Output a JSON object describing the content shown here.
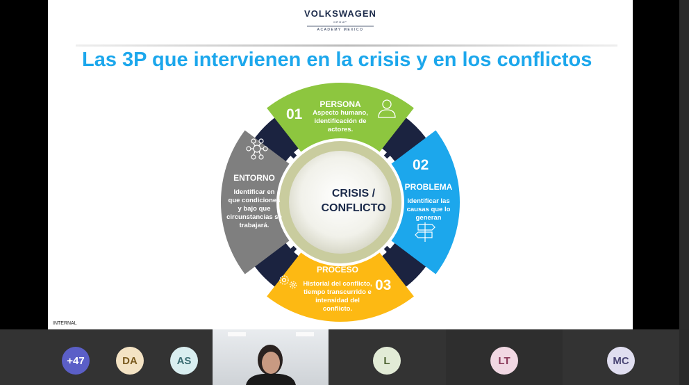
{
  "slide": {
    "brand_name": "VOLKSWAGEN",
    "brand_group": "GROUP",
    "brand_academy": "ACADEMY MEXICO",
    "title": "Las 3P que intervienen en la crisis y en los conflictos",
    "footer_label": "INTERNAL"
  },
  "diagram": {
    "center": {
      "line1": "CRISIS /",
      "line2": "CONFLICTO"
    },
    "segments": [
      {
        "number": "01",
        "heading": "PERSONA",
        "body": [
          "Aspecto humano,",
          "identificación de",
          "actores."
        ],
        "color": "#8dc63f",
        "icon": "person-icon"
      },
      {
        "number": "02",
        "heading": "PROBLEMA",
        "body": [
          "Identificar las",
          "causas que lo",
          "generan"
        ],
        "color": "#1ca7ec",
        "icon": "signpost-icon"
      },
      {
        "number": "03",
        "heading": "PROCESO",
        "body": [
          "Historial del conflicto,",
          "tiempo transcurrido e",
          "intensidad del",
          "conflicto."
        ],
        "color": "#fdb913",
        "icon": "gears-icon"
      },
      {
        "heading": "ENTORNO",
        "body": [
          "Identificar en",
          "que condiciones",
          "y bajo que",
          "circunstancias se",
          "trabajará."
        ],
        "color": "#7f7f7f",
        "icon": "network-icon"
      }
    ],
    "connector_color": "#1b2340"
  },
  "participants": [
    {
      "label": "+47",
      "bg": "#5b5fc7",
      "fg": "#ffffff"
    },
    {
      "label": "DA",
      "bg": "#f4e3c4",
      "fg": "#7a5a1e"
    },
    {
      "label": "AS",
      "bg": "#d9eef0",
      "fg": "#3b6d73"
    },
    {
      "label": "L",
      "bg": "#e2ebd6",
      "fg": "#4d6332"
    },
    {
      "label": "LT",
      "bg": "#f1d8e3",
      "fg": "#8a3a5a"
    },
    {
      "label": "MC",
      "bg": "#e0def0",
      "fg": "#4a4675"
    }
  ]
}
